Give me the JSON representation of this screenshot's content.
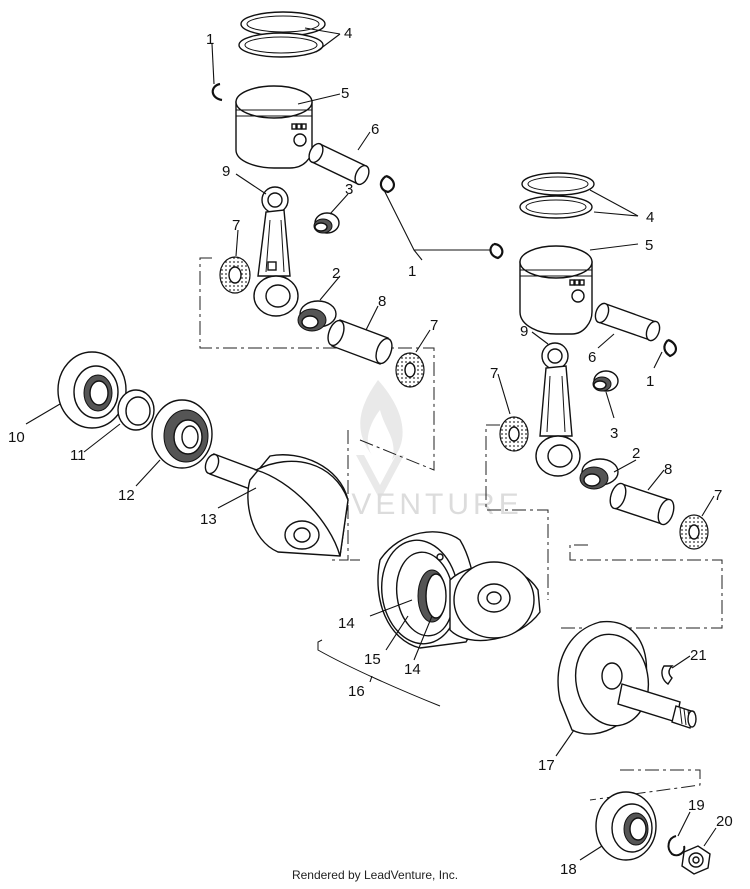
{
  "watermark": "LEADVENTURE",
  "footer": "Rendered by LeadVenture, Inc.",
  "callouts": {
    "c1a": "1",
    "c1b": "1",
    "c1c": "1",
    "c2a": "2",
    "c2b": "2",
    "c3a": "3",
    "c3b": "3",
    "c4a": "4",
    "c4b": "4",
    "c5a": "5",
    "c5b": "5",
    "c6a": "6",
    "c6b": "6",
    "c7a": "7",
    "c7b": "7",
    "c7c": "7",
    "c7d": "7",
    "c8a": "8",
    "c8b": "8",
    "c9a": "9",
    "c9b": "9",
    "c10": "10",
    "c11": "11",
    "c12": "12",
    "c13": "13",
    "c14a": "14",
    "c14b": "14",
    "c15": "15",
    "c16": "16",
    "c17": "17",
    "c18": "18",
    "c19": "19",
    "c20": "20",
    "c21": "21"
  }
}
